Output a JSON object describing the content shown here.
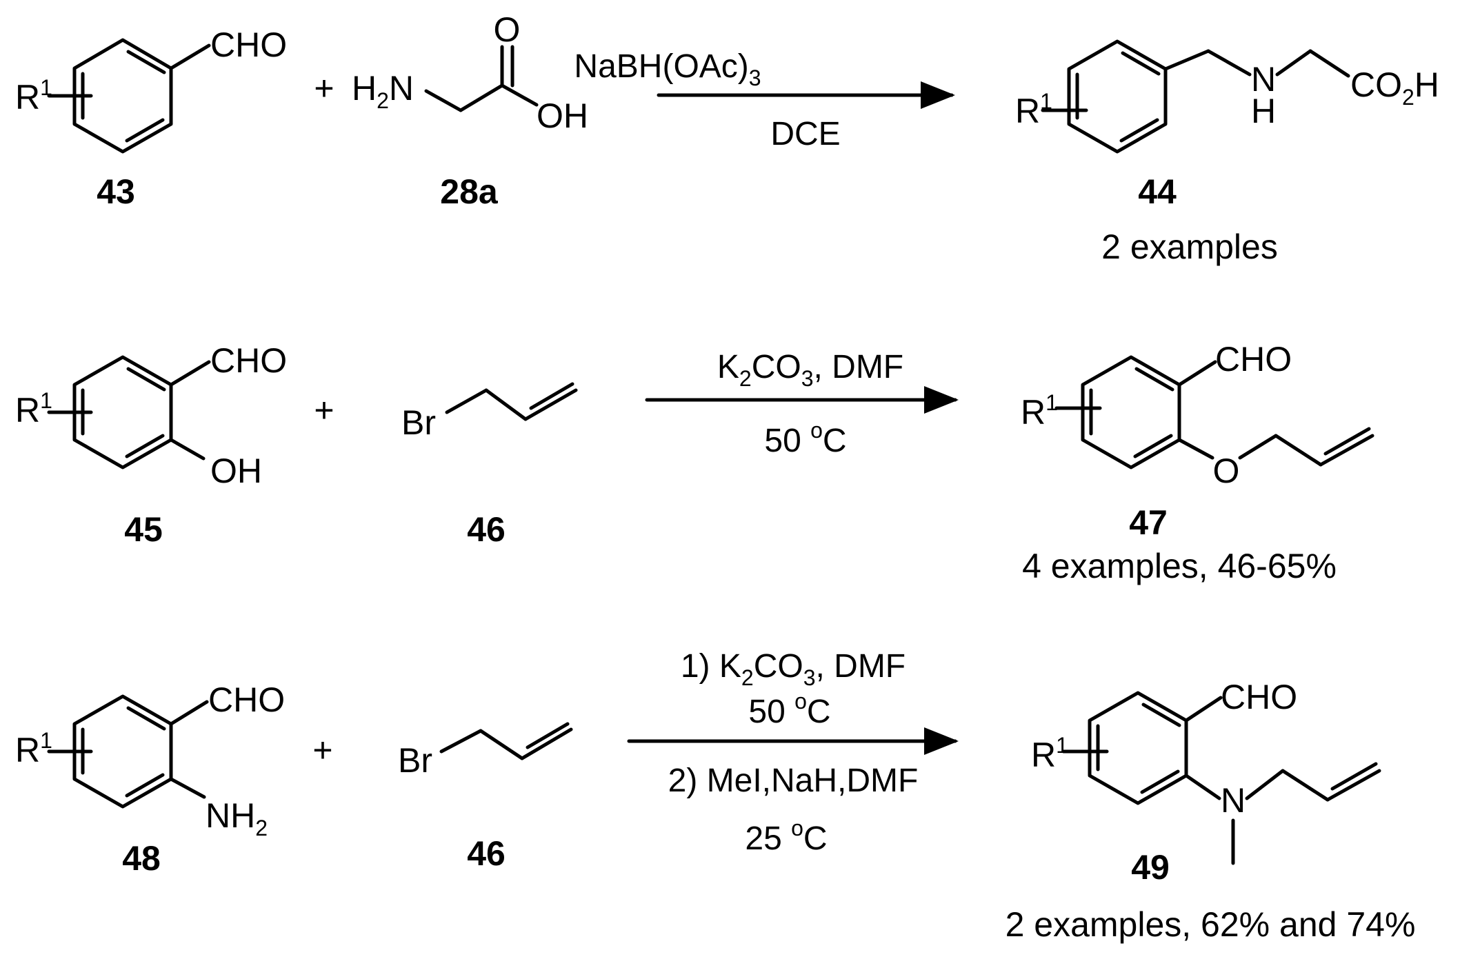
{
  "row1": {
    "reactant1": {
      "number": "43",
      "substituent": "R",
      "substituent_sup": "1",
      "group": "CHO"
    },
    "plus": "+",
    "reactant2": {
      "number": "28a",
      "amine": "H",
      "amine_sub": "2",
      "amine_n": "N",
      "carbonyl_o": "O",
      "hydroxyl": "OH"
    },
    "reagent": "NaBH(OAc)",
    "reagent_sub": "3",
    "solvent": "DCE",
    "product": {
      "number": "44",
      "substituent": "R",
      "substituent_sup": "1",
      "nh_n": "N",
      "nh_h": "H",
      "acid": "CO",
      "acid_sub": "2",
      "acid_h": "H",
      "note": "2 examples"
    }
  },
  "row2": {
    "reactant1": {
      "number": "45",
      "substituent": "R",
      "substituent_sup": "1",
      "group": "CHO",
      "group2": "OH"
    },
    "plus": "+",
    "reactant2": {
      "number": "46",
      "atom": "Br"
    },
    "reagent_base": "K",
    "reagent_base_sub": "2",
    "reagent_rest": "CO",
    "reagent_rest_sub": "3",
    "reagent_tail": ", DMF",
    "temp": "50 ",
    "temp_sup": "o",
    "temp_unit": "C",
    "product": {
      "number": "47",
      "substituent": "R",
      "substituent_sup": "1",
      "group": "CHO",
      "oxygen": "O",
      "note": "4 examples, 46-65%"
    }
  },
  "row3": {
    "reactant1": {
      "number": "48",
      "substituent": "R",
      "substituent_sup": "1",
      "group": "CHO",
      "amine": "NH",
      "amine_sub": "2"
    },
    "plus": "+",
    "reactant2": {
      "number": "46",
      "atom": "Br"
    },
    "step1_prefix": "1)  K",
    "step1_sub1": "2",
    "step1_mid": "CO",
    "step1_sub2": "3",
    "step1_tail": ", DMF",
    "step1_temp": "50 ",
    "step1_temp_sup": "o",
    "step1_temp_unit": "C",
    "step2": "2) MeI,NaH,DMF",
    "step2_temp": "25 ",
    "step2_temp_sup": "o",
    "step2_temp_unit": "C",
    "product": {
      "number": "49",
      "substituent": "R",
      "substituent_sup": "1",
      "group": "CHO",
      "nitrogen": "N",
      "note": "2 examples, 62% and 74%"
    }
  }
}
